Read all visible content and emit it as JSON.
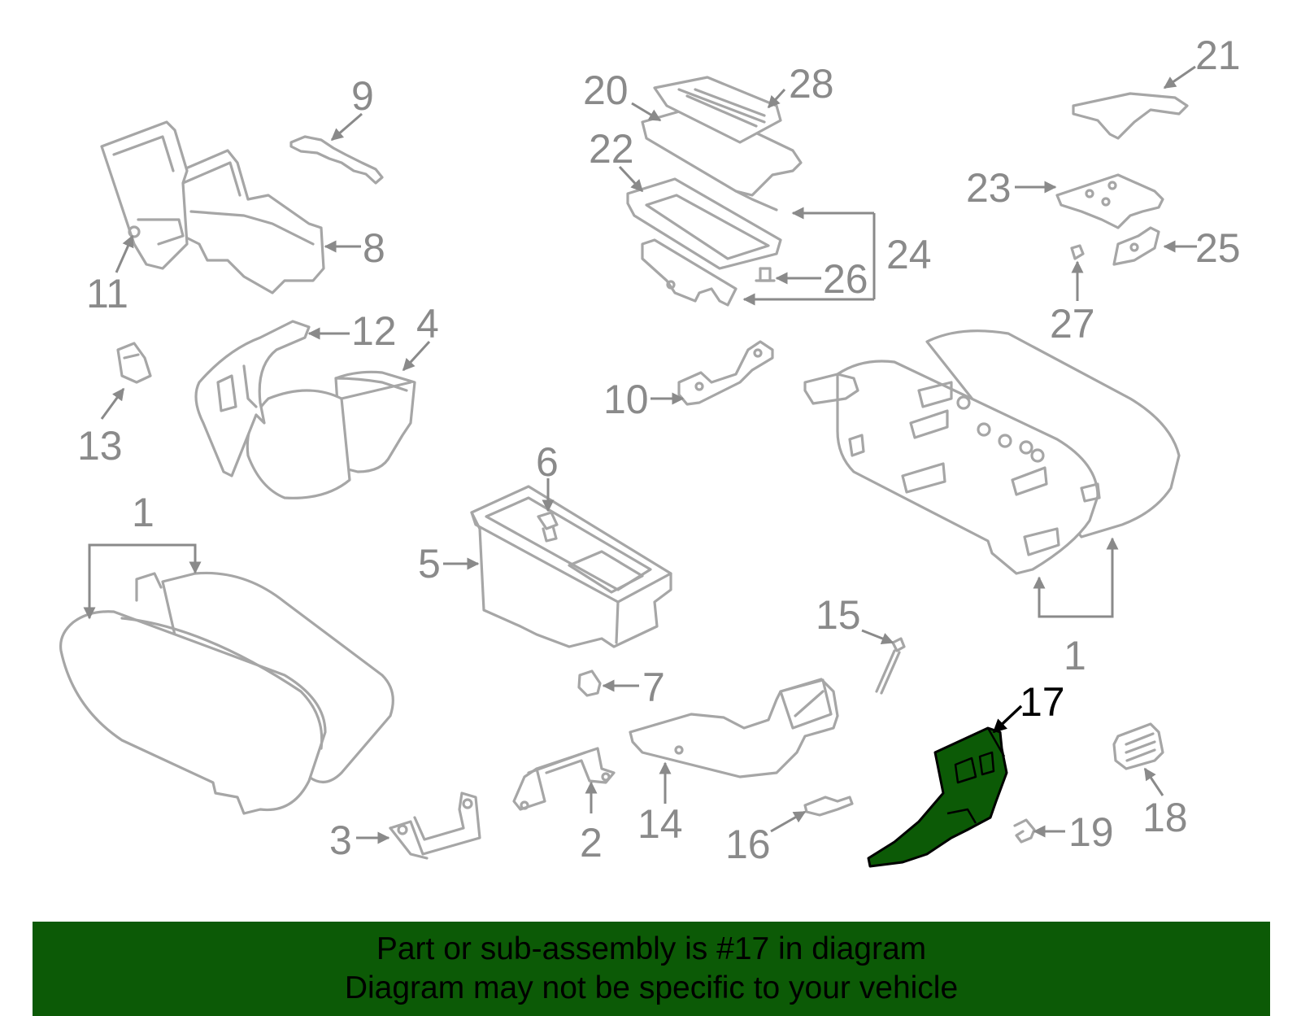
{
  "colors": {
    "highlight": "#0c5a06",
    "parts": "#a6a6a6",
    "labels": "#8a8a8a"
  },
  "highlighted_part": "17",
  "callouts": [
    {
      "id": "c1a",
      "text": "1"
    },
    {
      "id": "c1b",
      "text": "1"
    },
    {
      "id": "c2",
      "text": "2"
    },
    {
      "id": "c3",
      "text": "3"
    },
    {
      "id": "c4",
      "text": "4"
    },
    {
      "id": "c5",
      "text": "5"
    },
    {
      "id": "c6",
      "text": "6"
    },
    {
      "id": "c7",
      "text": "7"
    },
    {
      "id": "c8",
      "text": "8"
    },
    {
      "id": "c9",
      "text": "9"
    },
    {
      "id": "c10",
      "text": "10"
    },
    {
      "id": "c11",
      "text": "11"
    },
    {
      "id": "c12",
      "text": "12"
    },
    {
      "id": "c13",
      "text": "13"
    },
    {
      "id": "c14",
      "text": "14"
    },
    {
      "id": "c15",
      "text": "15"
    },
    {
      "id": "c16",
      "text": "16"
    },
    {
      "id": "c17",
      "text": "17"
    },
    {
      "id": "c18",
      "text": "18"
    },
    {
      "id": "c19",
      "text": "19"
    },
    {
      "id": "c20",
      "text": "20"
    },
    {
      "id": "c21",
      "text": "21"
    },
    {
      "id": "c22",
      "text": "22"
    },
    {
      "id": "c23",
      "text": "23"
    },
    {
      "id": "c24",
      "text": "24"
    },
    {
      "id": "c25",
      "text": "25"
    },
    {
      "id": "c26",
      "text": "26"
    },
    {
      "id": "c27",
      "text": "27"
    },
    {
      "id": "c28",
      "text": "28"
    }
  ],
  "banner": {
    "line1": "Part or sub-assembly is #17 in diagram",
    "line2": "Diagram may not be specific to your vehicle"
  }
}
